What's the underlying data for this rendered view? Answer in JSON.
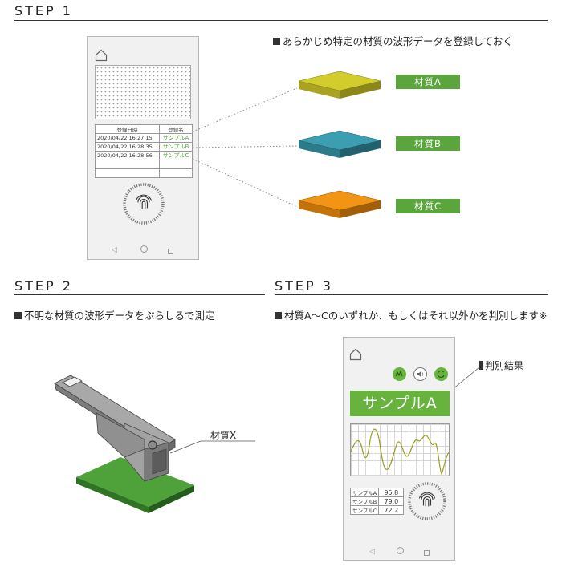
{
  "step1": {
    "title": "STEP 1",
    "description": "あらかじめ特定の材質の波形データを登録しておく",
    "table": {
      "headers": [
        "登録日時",
        "登録名"
      ],
      "rows": [
        [
          "2020/04/22 16:27:15",
          "サンプルA"
        ],
        [
          "2020/04/22 16:28:35",
          "サンプルB"
        ],
        [
          "2020/04/22 16:28:56",
          "サンプルC"
        ]
      ]
    },
    "materials": [
      {
        "label": "材質A",
        "color": "#c8c22a",
        "side": "#9c9722"
      },
      {
        "label": "材質B",
        "color": "#3a9cae",
        "side": "#2d7a89"
      },
      {
        "label": "材質C",
        "color": "#ef8f12",
        "side": "#bd700c"
      }
    ]
  },
  "step2": {
    "title": "STEP 2",
    "description": "不明な材質の波形データをぶらしるで測定",
    "material_label": "材質X"
  },
  "step3": {
    "title": "STEP 3",
    "description": "材質A〜Cのいずれか、もしくはそれ以外かを判別します※",
    "result_callout": "判別結果",
    "result": "サンプルA",
    "scores": [
      {
        "name": "サンプルA",
        "value": "95.8"
      },
      {
        "name": "サンプルB",
        "value": "79.0"
      },
      {
        "name": "サンプルC",
        "value": "72.2"
      }
    ]
  },
  "colors": {
    "accent_green": "#67b33d",
    "label_green": "#5aa53c"
  }
}
